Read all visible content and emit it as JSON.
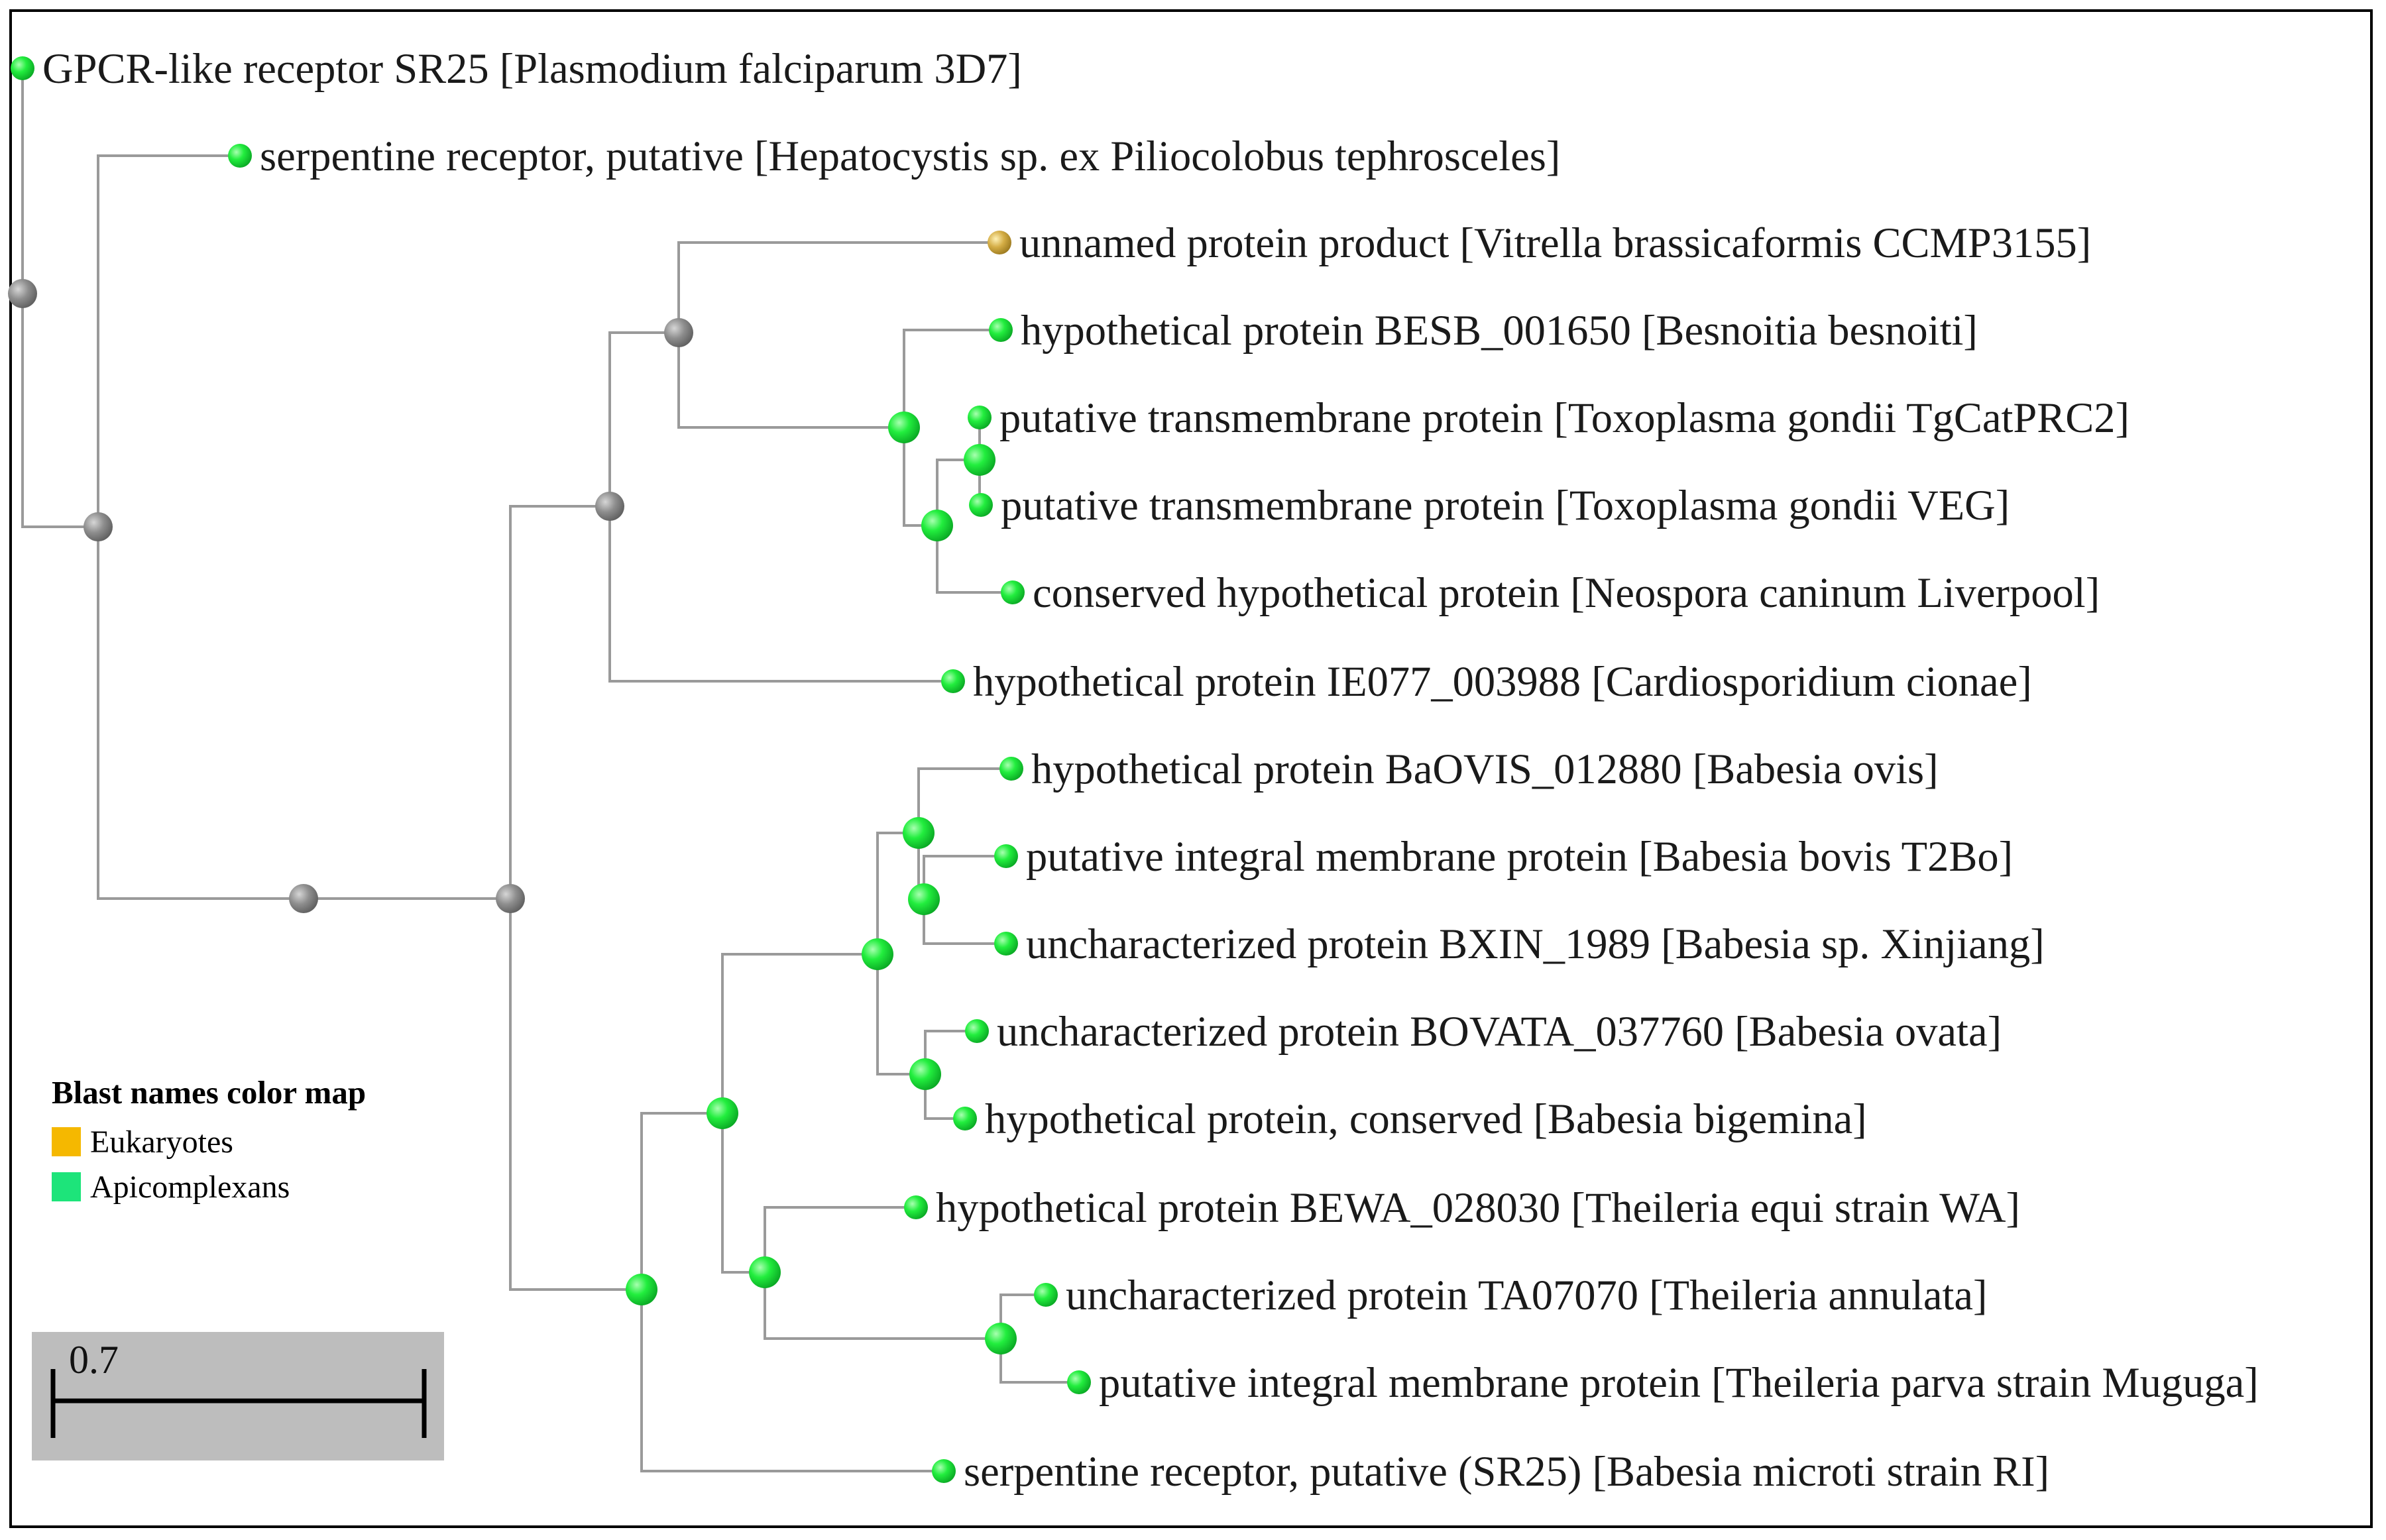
{
  "leaves": [
    {
      "label": "GPCR-like receptor SR25 [Plasmodium falciparum 3D7]",
      "group": "Apicomplexans"
    },
    {
      "label": "serpentine receptor, putative [Hepatocystis sp. ex Piliocolobus tephrosceles]",
      "group": "Apicomplexans"
    },
    {
      "label": "unnamed protein product [Vitrella brassicaformis CCMP3155]",
      "group": "Eukaryotes"
    },
    {
      "label": "hypothetical protein BESB_001650 [Besnoitia besnoiti]",
      "group": "Apicomplexans"
    },
    {
      "label": "putative transmembrane protein [Toxoplasma gondii TgCatPRC2]",
      "group": "Apicomplexans"
    },
    {
      "label": "putative transmembrane protein [Toxoplasma gondii VEG]",
      "group": "Apicomplexans"
    },
    {
      "label": "conserved hypothetical protein [Neospora caninum Liverpool]",
      "group": "Apicomplexans"
    },
    {
      "label": "hypothetical protein IE077_003988 [Cardiosporidium cionae]",
      "group": "Apicomplexans"
    },
    {
      "label": "hypothetical protein BaOVIS_012880 [Babesia ovis]",
      "group": "Apicomplexans"
    },
    {
      "label": "putative integral membrane protein [Babesia bovis T2Bo]",
      "group": "Apicomplexans"
    },
    {
      "label": "uncharacterized protein BXIN_1989 [Babesia sp. Xinjiang]",
      "group": "Apicomplexans"
    },
    {
      "label": "uncharacterized protein BOVATA_037760 [Babesia ovata]",
      "group": "Apicomplexans"
    },
    {
      "label": "hypothetical protein, conserved [Babesia bigemina]",
      "group": "Apicomplexans"
    },
    {
      "label": "hypothetical protein BEWA_028030 [Theileria equi strain WA]",
      "group": "Apicomplexans"
    },
    {
      "label": "uncharacterized protein TA07070 [Theileria annulata]",
      "group": "Apicomplexans"
    },
    {
      "label": "putative integral membrane protein [Theileria parva strain Muguga]",
      "group": "Apicomplexans"
    },
    {
      "label": "serpentine receptor, putative (SR25) [Babesia microti strain RI]",
      "group": "Apicomplexans"
    }
  ],
  "legend": {
    "title": "Blast names color map",
    "items": [
      {
        "label": "Eukaryotes",
        "color": "#f5b800"
      },
      {
        "label": "Apicomplexans",
        "color": "#1de47a"
      }
    ]
  },
  "scale_bar": {
    "label": "0.7",
    "value": 0.7
  },
  "colors": {
    "branch": "#9a9a9a",
    "internal_node": "#888888",
    "apicomplexan_node": "#16e23a",
    "eukaryote_node": "#c9a23a"
  }
}
